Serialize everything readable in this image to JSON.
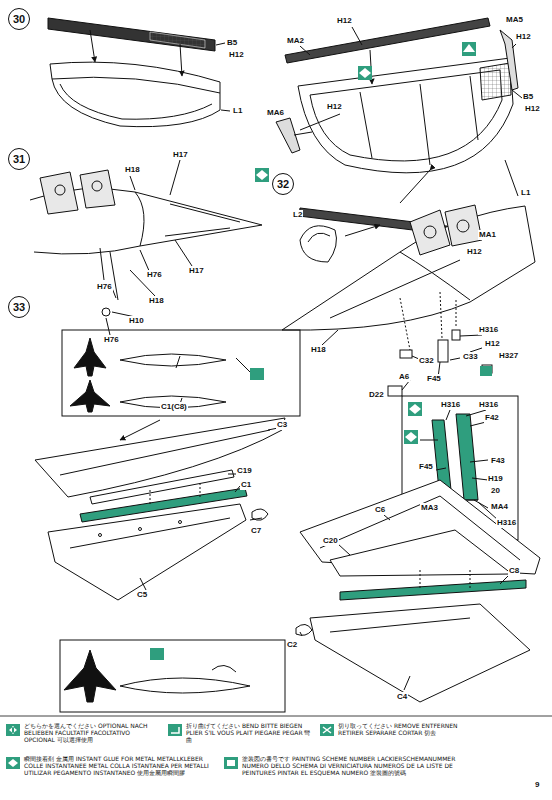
{
  "diagram": {
    "nodes": [
      {
        "text": [
          "30"
        ]
      },
      {
        "text": [
          "31"
        ]
      },
      {
        "text": [
          "32"
        ]
      },
      {
        "text": [
          "33"
        ]
      }
    ],
    "labels": [
      "B5",
      "H12",
      "L1",
      "MA2",
      "H12",
      "MA5",
      "H12",
      "MA6",
      "H12",
      "B5",
      "H12",
      "L1",
      "MA1",
      "H12",
      "H18",
      "H17",
      "H17",
      "H76",
      "H18",
      "H76",
      "H10",
      "H76",
      "L2",
      "H316",
      "H12",
      "H327",
      "C33",
      "F45",
      "C32",
      "A6",
      "D22",
      "H18",
      "H316",
      "H316",
      "F42",
      "F45",
      "F43",
      "H19",
      "20",
      "MA3",
      "MA4",
      "H316",
      "C1(C8)",
      "C3",
      "C19",
      "C1",
      "C7",
      "C5",
      "C6",
      "C20",
      "C8",
      "C2",
      "C4",
      "9"
    ],
    "legend": [
      {
        "text": "どちらかを選んでください OPTIONAL NACH BELIEBEN FACULTATIF FACOLTATIVO OPCIONAL 可以選擇使用"
      },
      {
        "text": "折り曲げてください BEND BITTE BIEGEN PLIER S'IL VOUS PLAIT PIEGARE PEGAR 彎曲"
      },
      {
        "text": "切り取ってください REMOVE ENTFERNEN RETIRER SEPARARE CORTAR 切去"
      },
      {
        "text": "瞬間接着剤 金属用 INSTANT GLUE FOR METAL METALLKLEBER COLLE INSTANTANEE METAL COLLA ISTANTANEA PER METALLI UTILIZAR PEGAMENTO INSTANTANEO 使用金屬用瞬間膠"
      },
      {
        "text": "塗装図の番号です PAINTING SCHEME NUMBER LACKIERSCHEMANUMMER NUMERO DELLO SCHEMA DI VERNICIATURA NUMEROS DE LA LISTE DE PEINTURES PINTAR EL ESQUEMA NUMERO 塗裝圖的號碼"
      }
    ]
  }
}
